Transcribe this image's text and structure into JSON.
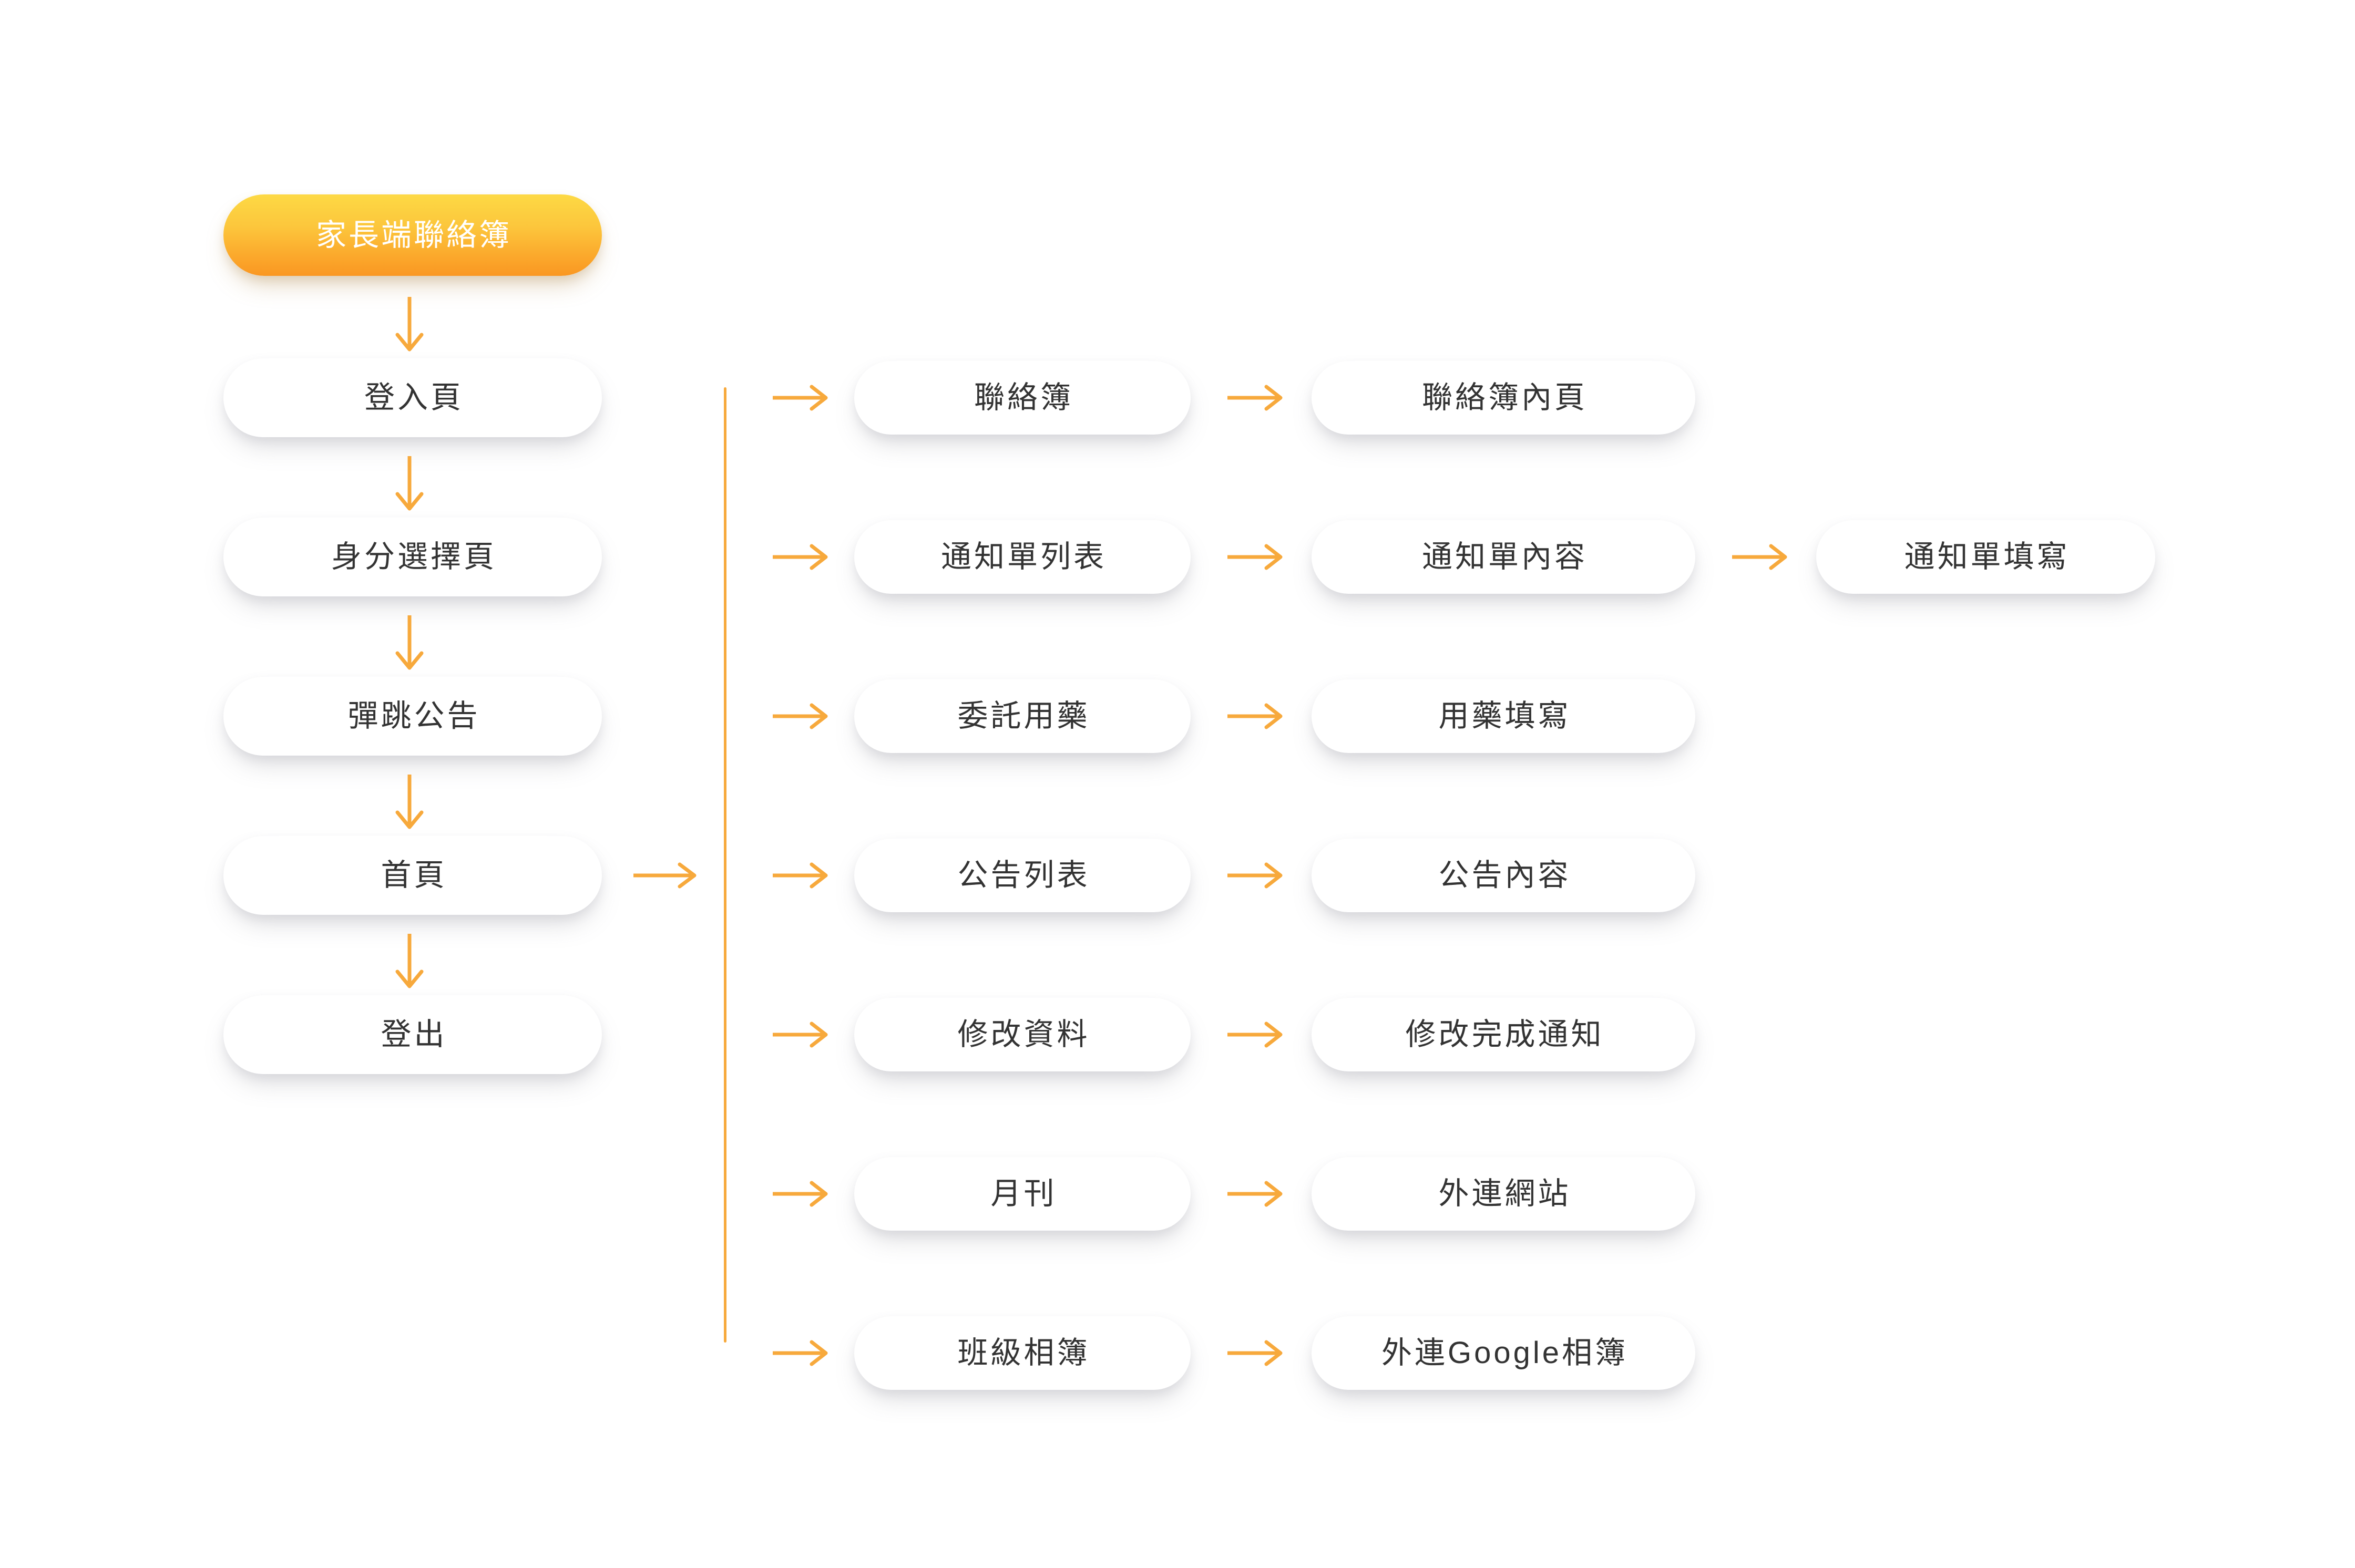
{
  "diagram": {
    "title": "家長端聯絡簿",
    "colors": {
      "accent_gradient_from": "#FDD944",
      "accent_gradient_to": "#FA9722",
      "arrow": "#F7A93C",
      "node_bg": "#FFFFFF",
      "node_text": "#333333",
      "header_text": "#FFFFFF",
      "canvas_bg": "#FFFFFF"
    },
    "header": {
      "label": "家長端聯絡簿"
    },
    "main_flow": [
      {
        "label": "登入頁"
      },
      {
        "label": "身分選擇頁"
      },
      {
        "label": "彈跳公告"
      },
      {
        "label": "首頁"
      },
      {
        "label": "登出"
      }
    ],
    "branches": [
      {
        "level1": "聯絡簿",
        "level2": "聯絡簿內頁",
        "level3": null
      },
      {
        "level1": "通知單列表",
        "level2": "通知單內容",
        "level3": "通知單填寫"
      },
      {
        "level1": "委託用藥",
        "level2": "用藥填寫",
        "level3": null
      },
      {
        "level1": "公告列表",
        "level2": "公告內容",
        "level3": null
      },
      {
        "level1": "修改資料",
        "level2": "修改完成通知",
        "level3": null
      },
      {
        "level1": "月刊",
        "level2": "外連網站",
        "level3": null
      },
      {
        "level1": "班級相簿",
        "level2": "外連Google相簿",
        "level3": null
      }
    ]
  }
}
